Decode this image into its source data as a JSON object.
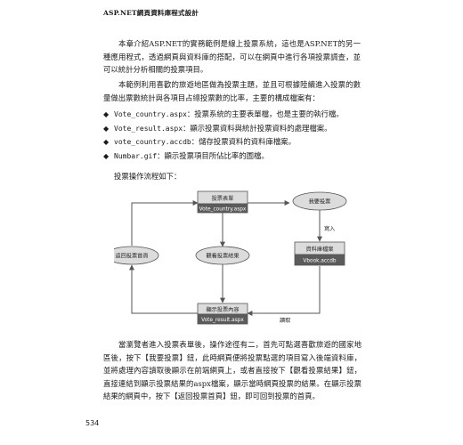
{
  "header": "ASP.NET網頁資料庫程式設計",
  "paragraphs": {
    "p1": "本章介紹ASP.NET的實務範例是線上投票系統，這也是ASP.NET的另一種應用程式，透過網頁與資料庫的搭配，可以在網頁中進行各項投票調查，並可以統計分析相關的投票項目。",
    "p2": "本範例利用喜歡的旅遊地區做為投票主題，並且可根據陸續進入投票的數量做出票數統計與各項目占總投票數的比率，主要的構成檔案有："
  },
  "bullets": [
    {
      "marker": "◆",
      "code": "Vote_country.aspx",
      "text": "：投票系統的主要表單檔，也是主要的執行檔。"
    },
    {
      "marker": "◆",
      "code": "Vote_result.aspx",
      "text": "：顯示投票資料與統計投票資料的處理檔案。"
    },
    {
      "marker": "◆",
      "code": "vote_country.accdb",
      "text": "：儲存投票資料的資料庫檔案。"
    },
    {
      "marker": "◆",
      "code": "Numbar.gif",
      "text": "：顯示投票項目所佔比率的圖檔。"
    }
  ],
  "flow_intro": "投票操作流程如下：",
  "diagram": {
    "vote_form": {
      "line1": "投票表單",
      "line2": "Vote_country.aspx"
    },
    "i_vote": "我要投票",
    "write_label": "寫入",
    "database": {
      "line1": "資料庫檔案",
      "line2": "Vbook.accdb"
    },
    "back_home": "返回投票首頁",
    "view_result": "觀看投票結果",
    "show_content": {
      "line1": "顯示投票內容",
      "line2": "Vote_result.aspx"
    },
    "read_label": "讀取"
  },
  "final_paragraph": "當瀏覽者進入投票表單後，操作途徑有二，首先可點選喜歡旅遊的國家地區後，按下【我要投票】鈕，此時網頁便將投票點選的項目寫入後端資料庫，並將處理內容讀取後顯示在前端網頁上，或者直接按下【觀看投票結果】鈕，直接連結到顯示投票結果的aspx檔案，顯示當時網頁投票的結果。在顯示投票結果的網頁中，按下【返回投票首頁】鈕，即可回到投票的首頁。",
  "page_number": "534",
  "colors": {
    "box_dark": "#5b5b5b",
    "box_light": "#dcdcdc",
    "line": "#555555"
  }
}
